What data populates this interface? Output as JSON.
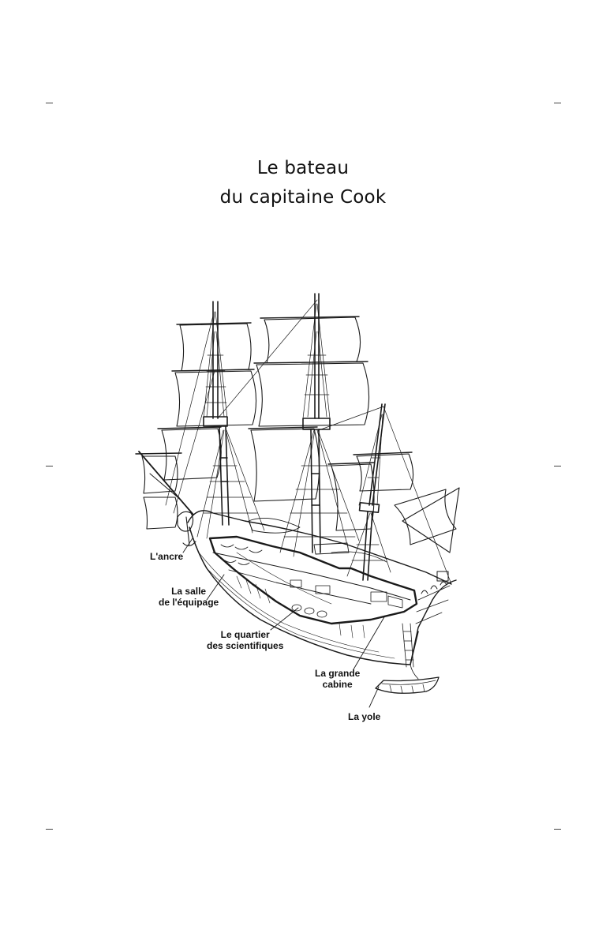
{
  "title": {
    "line1": "Le bateau",
    "line2": "du capitaine Cook"
  },
  "labels": {
    "ancre": "L'ancre",
    "salle_line1": "La salle",
    "salle_line2": "de l'équipage",
    "quartier_line1": "Le quartier",
    "quartier_line2": "des scientifiques",
    "cabine_line1": "La grande",
    "cabine_line2": "cabine",
    "yole": "La yole"
  }
}
